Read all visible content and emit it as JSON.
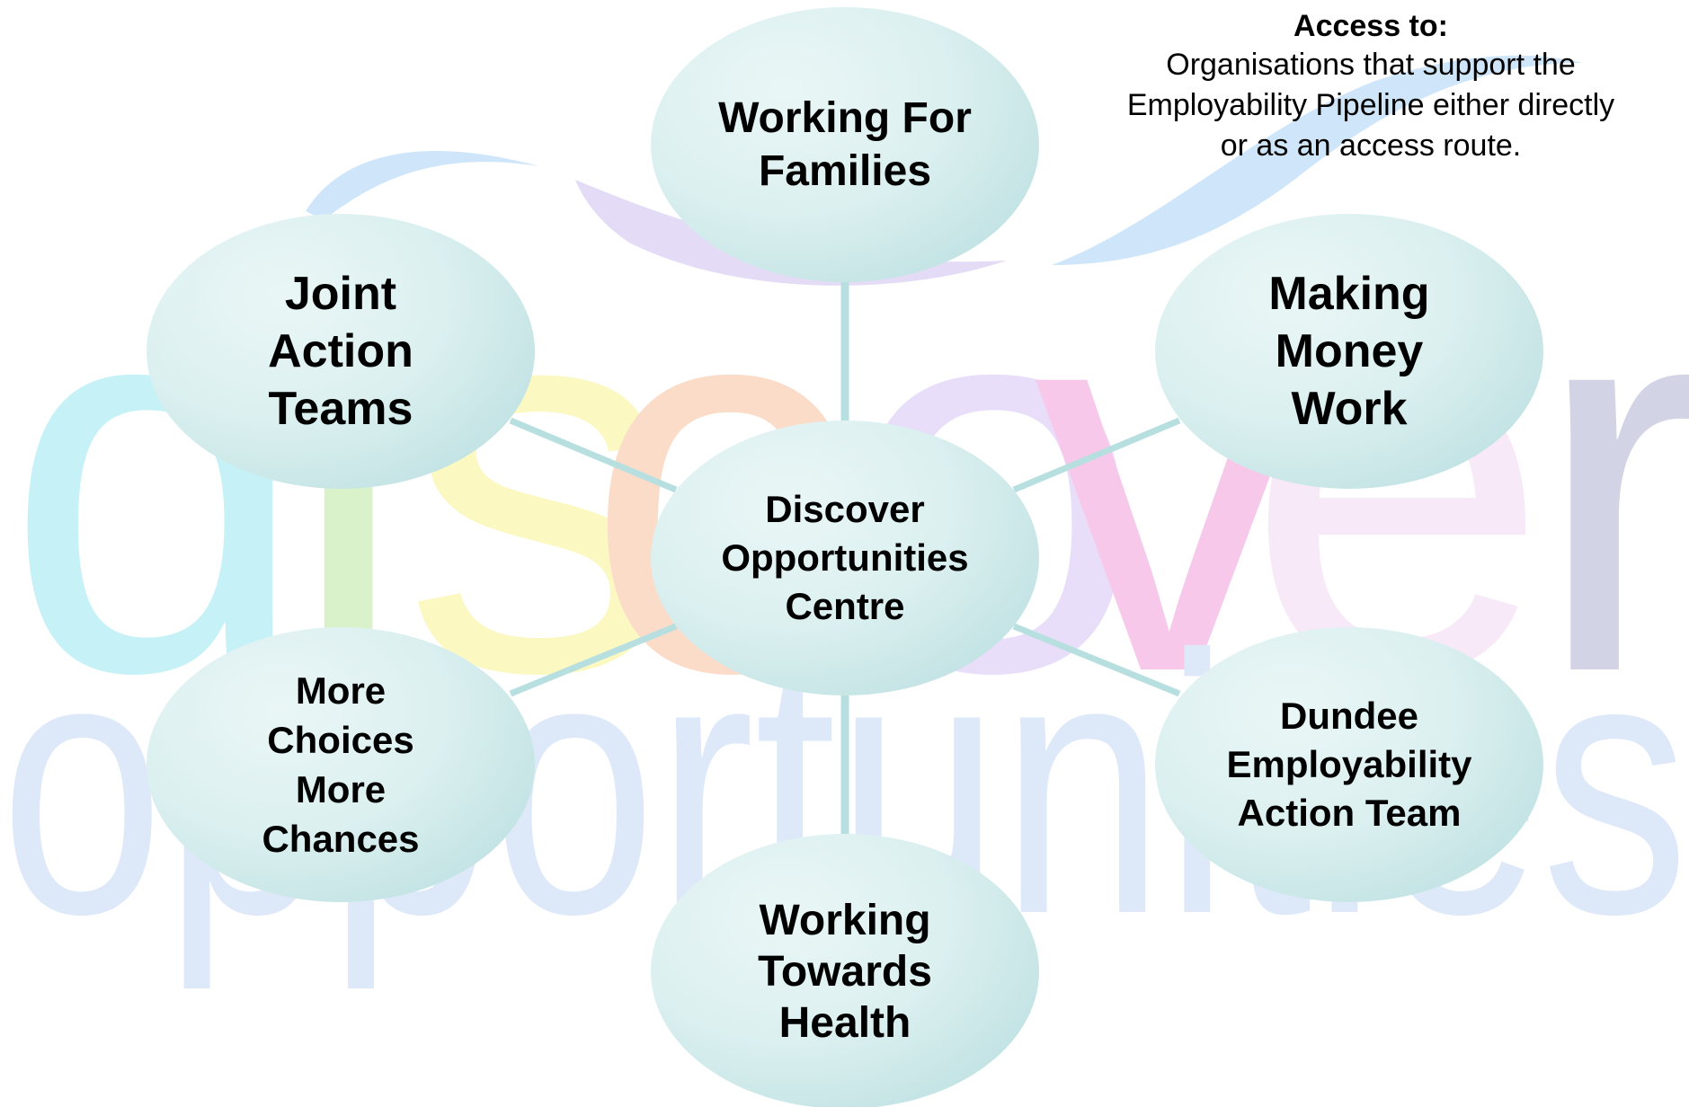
{
  "access_info": {
    "title": "Access to:",
    "text": "Organisations that support the\nEmployability Pipeline either directly\nor as an access route."
  },
  "watermark": {
    "word1": "discover",
    "word2": "opportunities",
    "colors": {
      "d": "#c6f2f7",
      "i": "#d9f2c9",
      "s": "#fbf8c2",
      "c": "#fbdcc9",
      "o": "#e9defa",
      "v": "#f8c8ea",
      "e": "#f7e9f7",
      "r": "#d3d3e6",
      "opportunities": "#dde9f9",
      "swoosh_blue": "#cfe6fa",
      "swoosh_purple": "#e4dcf6"
    }
  },
  "diagram": {
    "center": {
      "label": "Discover\nOpportunities\nCentre"
    },
    "nodes": {
      "top": {
        "label": "Working For\nFamilies"
      },
      "left_top": {
        "label": "Joint\nAction\nTeams"
      },
      "right_top": {
        "label": "Making\nMoney\nWork"
      },
      "left_bottom": {
        "label": "More\nChoices\nMore\nChances"
      },
      "right_bottom": {
        "label": "Dundee\nEmployability\nAction Team"
      },
      "bottom": {
        "label": "Working\nTowards\nHealth"
      }
    },
    "colors": {
      "node_fill": "#dcf0f0",
      "node_edge": "#b2dbdc",
      "connector": "#b7dfe0",
      "text": "#000000"
    }
  }
}
